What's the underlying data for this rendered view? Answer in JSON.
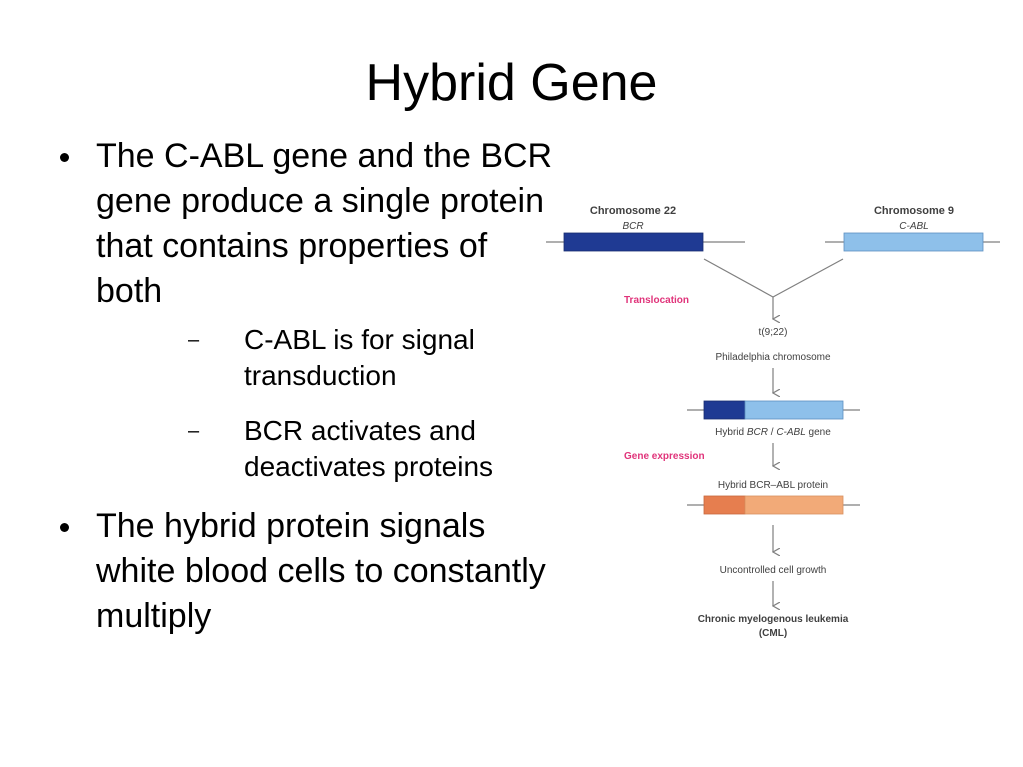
{
  "slide": {
    "title": "Hybrid Gene",
    "bullets": [
      {
        "text": "The C-ABL gene and the BCR gene produce a single protein that contains properties of both",
        "sub": [
          {
            "text": "C-ABL is for signal transduction"
          },
          {
            "text": "BCR activates and deactivates proteins"
          }
        ]
      },
      {
        "text": "The hybrid protein signals white blood cells to constantly multiply"
      }
    ]
  },
  "diagram": {
    "chromosome22": {
      "label": "Chromosome 22",
      "gene": "BCR"
    },
    "chromosome9": {
      "label": "Chromosome 9",
      "gene": "C-ABL"
    },
    "translocation_label": "Translocation",
    "translocation_code": "t(9;22)",
    "philadelphia_label": "Philadelphia chromosome",
    "hybrid_gene_label": {
      "prefix": "Hybrid ",
      "gene1": "BCR",
      "sep": " / ",
      "gene2": "C-ABL",
      "suffix": " gene"
    },
    "gene_expression_label": "Gene expression",
    "hybrid_protein_label": "Hybrid BCR–ABL protein",
    "uncontrolled_growth_label": "Uncontrolled cell growth",
    "cml_label_line1": "Chronic myelogenous leukemia",
    "cml_label_line2": "(CML)",
    "colors": {
      "bcr_dark_blue": "#1f3a93",
      "cabl_light_blue": "#8ec0ea",
      "bcr_protein_dark_orange": "#e67e4f",
      "abl_protein_light_orange": "#f2aa78",
      "accent_pink": "#e0337a",
      "line_gray": "#7f7f7f"
    }
  }
}
